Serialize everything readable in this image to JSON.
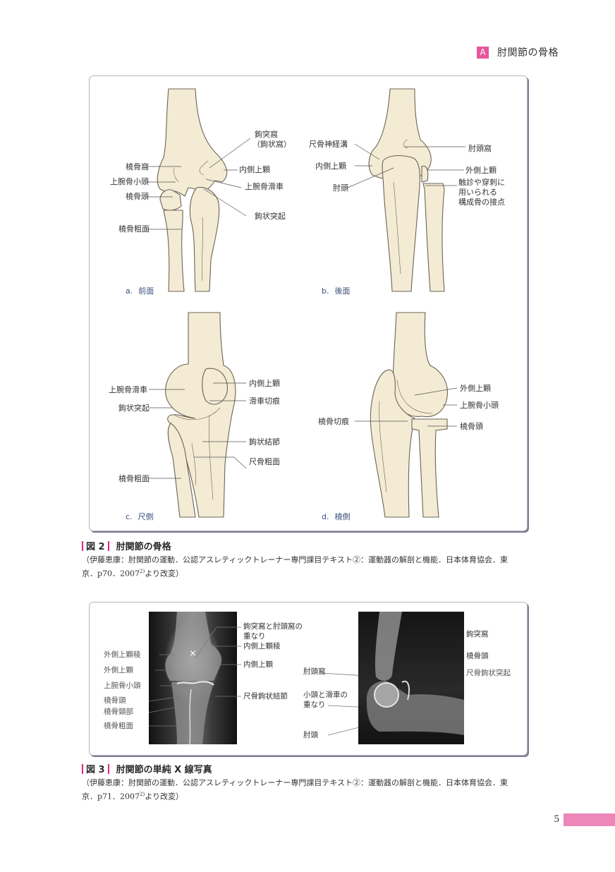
{
  "header": {
    "section_letter": "A",
    "section_title": "肘関節の骨格"
  },
  "figure2": {
    "panels": {
      "a": {
        "sub_letter": "a.",
        "sub_title": "前面",
        "labels": [
          "鉤突窩",
          "（鉤状窩）",
          "橈骨窩",
          "内側上顆",
          "上腕骨小頭",
          "上腕骨滑車",
          "橈骨頭",
          "鉤状突起",
          "橈骨粗面"
        ]
      },
      "b": {
        "sub_letter": "b.",
        "sub_title": "後面",
        "labels": [
          "尺骨神経溝",
          "肘頭窩",
          "内側上顆",
          "外側上顆",
          "肘頭",
          "触診や穿刺に",
          "用いられる",
          "構成骨の接点"
        ]
      },
      "c": {
        "sub_letter": "c.",
        "sub_title": "尺側",
        "labels": [
          "内側上顆",
          "上腕骨滑車",
          "滑車切痕",
          "鉤状突起",
          "鉤状結節",
          "尺骨粗面",
          "橈骨粗面"
        ]
      },
      "d": {
        "sub_letter": "d.",
        "sub_title": "橈側",
        "labels": [
          "外側上顆",
          "上腕骨小頭",
          "橈骨切痕",
          "橈骨頭"
        ]
      }
    },
    "caption": {
      "fig_label": "図 2",
      "title": "肘関節の骨格",
      "source_line1": "（伊藤恵康：肘関節の運動．公認アスレティックトレーナー専門課目テキスト②：運動器の解剖と機能．日本体育協会．東",
      "source_line2": "京．p70．2007",
      "source_sup": "2)",
      "source_tail": "より改変）"
    }
  },
  "figure3": {
    "ap_view": {
      "left_labels": [
        "外側上顆稜",
        "外側上顆",
        "上腕骨小頭",
        "橈骨頭",
        "橈骨頸部",
        "橈骨粗面"
      ],
      "right_labels": [
        "鉤突窩と肘頭窩の",
        "重なり",
        "内側上顆稜",
        "内側上顆",
        "尺骨鉤状結節"
      ],
      "marker": "×"
    },
    "lateral_view": {
      "left_labels": [
        "肘頭窩",
        "小頭と滑車の",
        "重なり",
        "肘頭"
      ],
      "right_labels": [
        "鉤突窩",
        "橈骨頭",
        "尺骨鉤状突起"
      ]
    },
    "caption": {
      "fig_label": "図 3",
      "title": "肘関節の単純 X 線写真",
      "source_line1": "（伊藤恵康：肘関節の運動．公認アスレティックトレーナー専門課目テキスト②：運動器の解剖と機能．日本体育協会．東",
      "source_line2": "京．p71．2007",
      "source_sup": "2)",
      "source_tail": "より改変）"
    }
  },
  "footer": {
    "page_number": "5",
    "accent_color": "#ed86b9"
  },
  "colors": {
    "accent_pink": "#e8559b",
    "bone_fill": "#f3ebd3",
    "bone_stroke": "#6b6458",
    "sub_label": "#3a4f7a",
    "frame_shadow": "#7d7a96"
  }
}
